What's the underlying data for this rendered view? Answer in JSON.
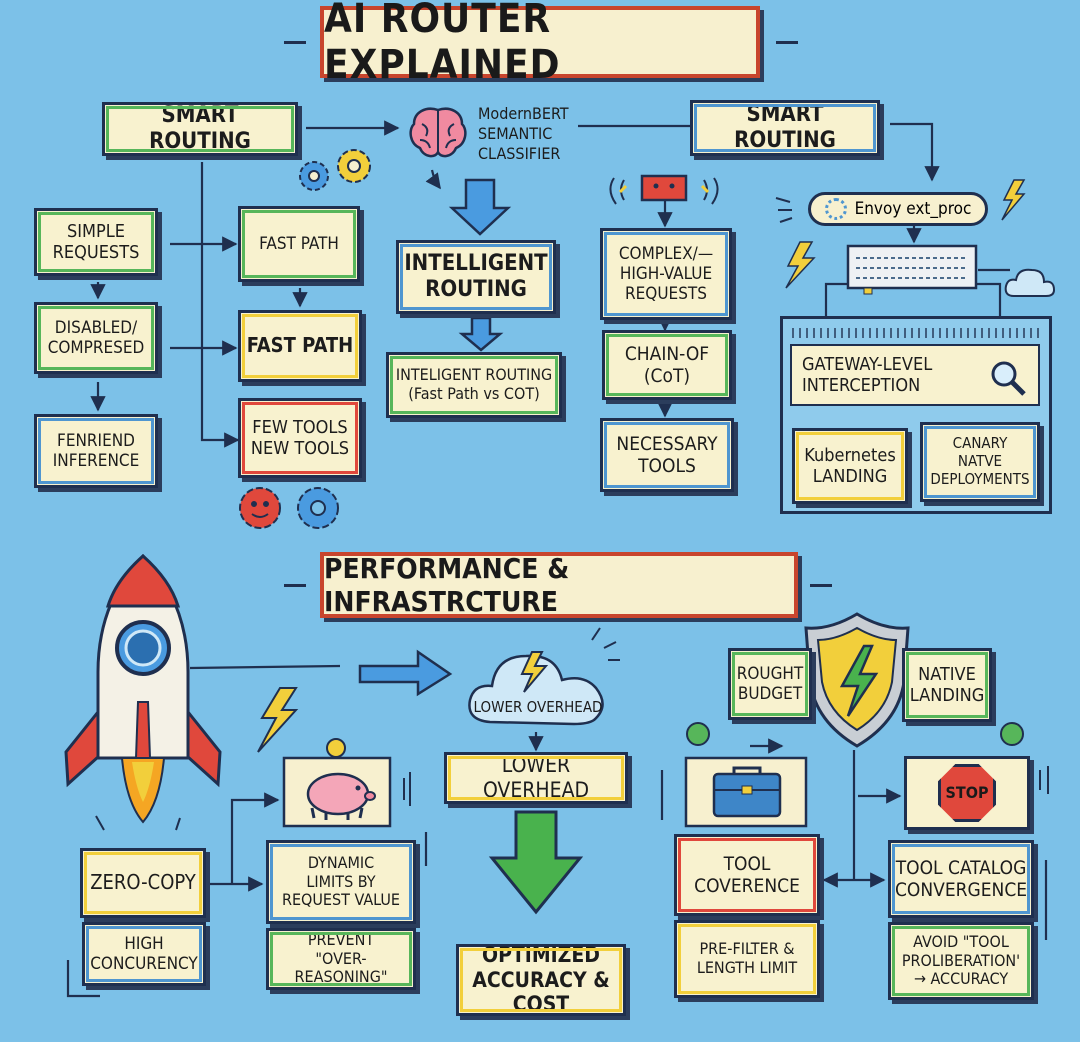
{
  "title": "AI ROUTER EXPLAINED",
  "section2_title": "PERFORMANCE & INFRASTRCTURE",
  "top": {
    "smart_routing_left": "SMART ROUTING",
    "smart_routing_right": "SMART ROUTING",
    "classifier": "ModernBERT\nSEMANTIC\nCLASSIFIER",
    "simple_requests": "SIMPLE\nREQUESTS",
    "disabled_compressed": "DISABLED/\nCOMPRESED",
    "fenriend_inference": "FENRIEND\nINFERENCE",
    "fast_path_1": "FAST PATH",
    "fast_path_2": "FAST PATH",
    "few_tools": "FEW TOOLS\nNEW TOOLS",
    "intelligent_routing": "INTELLIGENT\nROUTING",
    "intelligent_routing_detail": "INTELIGENT ROUTING\n(Fast Path vs COT)",
    "complex_requests": "COMPLEX/—\nHIGH-VALUE\nREQUESTS",
    "chain_of": "CHAIN-OF\n(CoT)",
    "necessary_tools": "NECESSARY\nTOOLS",
    "envoy": "Envoy ext_proc",
    "gateway": "GATEWAY-LEVEL\nINTERCEPTION",
    "kubernetes": "Kubernetes\nLANDING",
    "canary": "CANARY\nNATVE\nDEPLOYMENTS"
  },
  "bottom": {
    "lower_overhead_cloud": "LOWER OVERHEAD",
    "lower_overhead": "LOWER OVERHEAD",
    "optimized": "OPTIMIZED\nACCURACY & COST",
    "zero_copy": "ZERO-COPY",
    "high_concurrency": "HIGH\nCONCURENCY",
    "dynamic_limits": "DYNAMIC\nLIMITS BY\nREQUEST VALUE",
    "prevent": "PREVENT\n\"OVER-REASONING\"",
    "rought_budget": "ROUGHT\nBUDGET",
    "native_landing": "NATIVE\nLANDING",
    "stop": "STOP",
    "tool_coverence": "TOOL\nCOVERENCE",
    "tool_catalog": "TOOL CATALOG\nCONVERGENCE",
    "pre_filter": "PRE-FILTER &\nLENGTH LIMIT",
    "avoid": "AVOID \"TOOL\nPROLIBERATION'\n→ ACCURACY"
  },
  "icons": [
    "brain-icon",
    "gear-icon",
    "router-chip-icon",
    "envoy-gear-icon",
    "server-rack-icon",
    "cloud-icon",
    "magnifier-icon",
    "lightning-icon",
    "rocket-icon",
    "piggy-bank-icon",
    "coin-icon",
    "shield-icon",
    "toolbox-icon",
    "stop-sign-icon",
    "down-arrow-icon"
  ],
  "colors": {
    "background": "#7cc1e8",
    "cream": "#f7f0cf",
    "ink": "#1f2f4f",
    "green": "#57b65a",
    "yellow": "#f2cf3b",
    "red": "#e0483c",
    "blue": "#4f96d0"
  }
}
